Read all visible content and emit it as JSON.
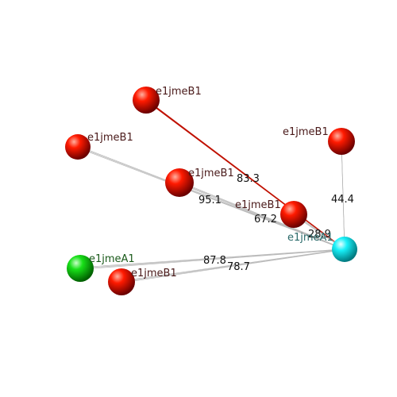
{
  "colors": {
    "background": "#ffffff",
    "red_node": "#e00000",
    "green_node": "#10d010",
    "cyan_node": "#10e8f0",
    "label_red": "#4a1a1a",
    "label_green": "#1a5a1a",
    "label_cyan": "#2a6a6a",
    "edge_gray": "#b8b8b8",
    "edge_red": "#c01000"
  },
  "nodes": [
    {
      "id": "n1",
      "label": "e1jmeB1",
      "kind": "red"
    },
    {
      "id": "n2",
      "label": "e1jmeB1",
      "kind": "red"
    },
    {
      "id": "n3",
      "label": "e1jmeB1",
      "kind": "red"
    },
    {
      "id": "n4",
      "label": "e1jmeB1",
      "kind": "red"
    },
    {
      "id": "n5",
      "label": "e1jmeB1",
      "kind": "red"
    },
    {
      "id": "n6",
      "label": "e1jmeA1",
      "kind": "green"
    },
    {
      "id": "n7",
      "label": "e1jmeB1",
      "kind": "red"
    },
    {
      "id": "hub",
      "label": "e1jmeA1",
      "kind": "cyan"
    }
  ],
  "edges": [
    {
      "from": "n1",
      "to": "hub",
      "weight": "83.3",
      "highlight": true
    },
    {
      "from": "n2",
      "to": "hub",
      "weight": "95.1",
      "highlight": false
    },
    {
      "from": "n3",
      "to": "hub",
      "weight": "67.2",
      "highlight": false
    },
    {
      "from": "n4",
      "to": "hub",
      "weight": "44.4",
      "highlight": false
    },
    {
      "from": "n5",
      "to": "hub",
      "weight": "28.9",
      "highlight": false
    },
    {
      "from": "n6",
      "to": "hub",
      "weight": "87.8",
      "highlight": false
    },
    {
      "from": "n7",
      "to": "hub",
      "weight": "78.7",
      "highlight": false
    }
  ]
}
